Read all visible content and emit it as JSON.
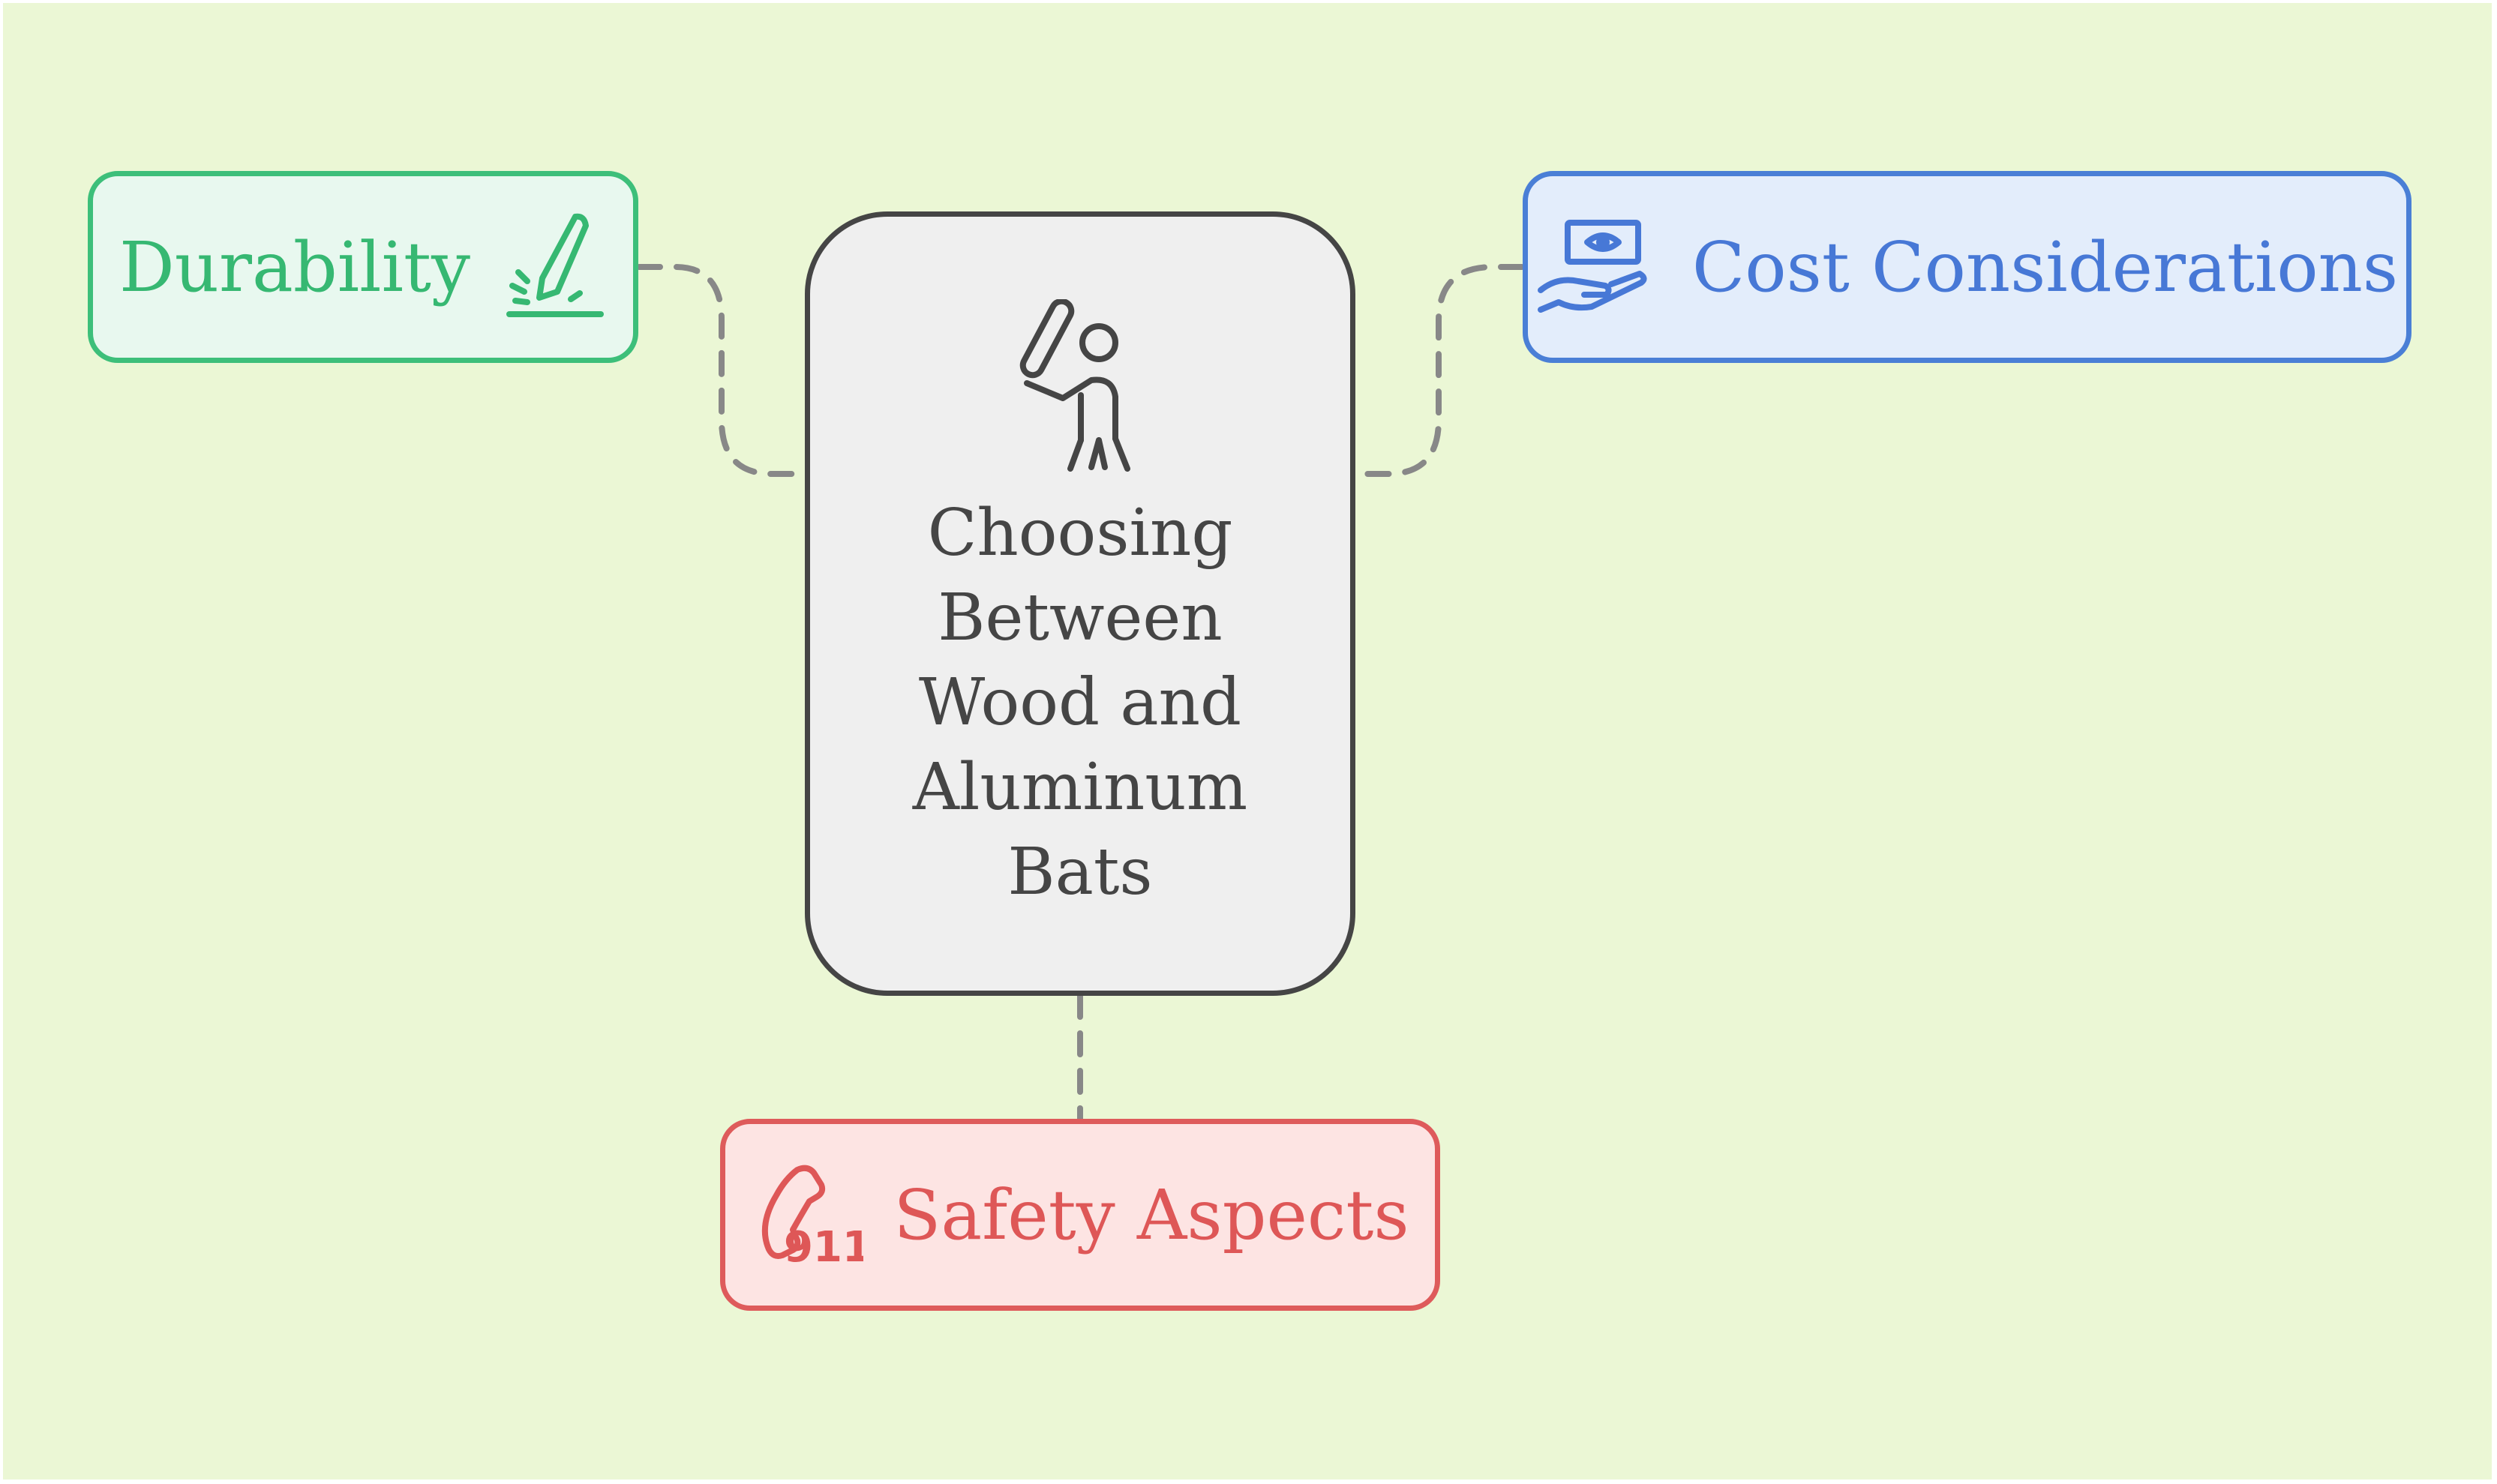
{
  "diagram": {
    "center": {
      "title": "Choosing Between Wood and Aluminum Bats",
      "icon": "baseball-batter-icon"
    },
    "nodes": [
      {
        "id": "durability",
        "label": "Durability",
        "icon": "knife-cut-icon",
        "color": "#3dbf7a"
      },
      {
        "id": "cost",
        "label": "Cost Considerations",
        "icon": "money-hand-icon",
        "color": "#4a7fd6"
      },
      {
        "id": "safety",
        "label": "Safety Aspects",
        "icon": "phone-911-icon",
        "color": "#de5b5b"
      }
    ],
    "connector_color": "#888888",
    "background": "#ebf7d5"
  }
}
